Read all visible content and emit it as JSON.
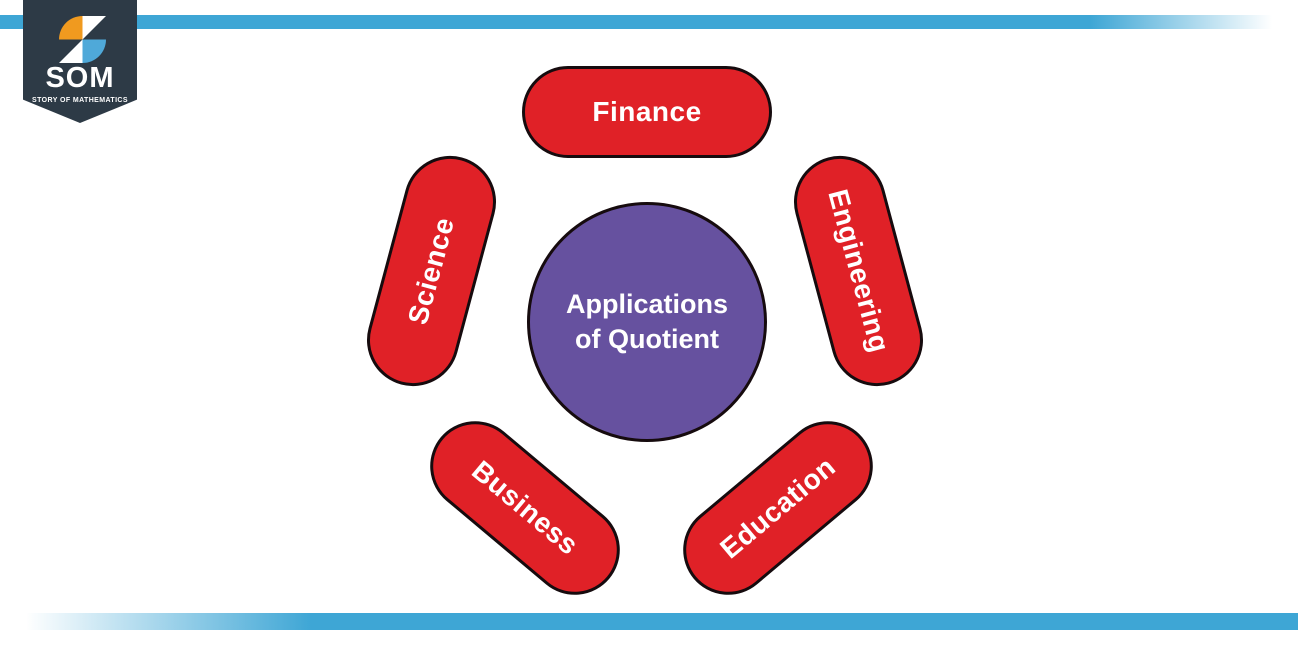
{
  "colors": {
    "accent_bar": "#3EA6D5",
    "node_red": "#E02127",
    "node_outline": "#160B0E",
    "center_purple": "#66519F",
    "badge_navy": "#2D3A46",
    "text_white": "#FFFFFF",
    "logo_orange": "#F09A1F",
    "logo_sky": "#4FA9D9",
    "logo_teal": "#2F8CA4",
    "logo_white": "#FFFFFF"
  },
  "logo": {
    "acronym": "SOM",
    "tagline": "STORY OF MATHEMATICS"
  },
  "diagram": {
    "center": {
      "label": "Applications of Quotient",
      "lines": [
        "Applications",
        "of Quotient"
      ]
    },
    "nodes": [
      {
        "label": "Finance",
        "position": "top"
      },
      {
        "label": "Science",
        "position": "upper-left"
      },
      {
        "label": "Engineering",
        "position": "upper-right"
      },
      {
        "label": "Business",
        "position": "lower-left"
      },
      {
        "label": "Education",
        "position": "lower-right"
      }
    ]
  }
}
